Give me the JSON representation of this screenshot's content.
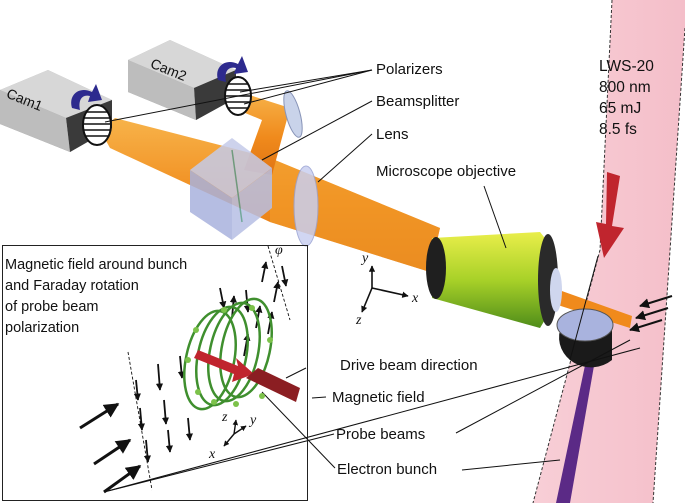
{
  "cameras": {
    "cam1": "Cam1",
    "cam2": "Cam2"
  },
  "labels": {
    "polarizers": "Polarizers",
    "beamsplitter": "Beamsplitter",
    "lens": "Lens",
    "microscope_objective": "Microscope objective",
    "drive_beam_direction": "Drive beam direction",
    "magnetic_field": "Magnetic field",
    "probe_beams": "Probe beams",
    "electron_bunch": "Electron bunch"
  },
  "laser": {
    "name": "LWS-20",
    "wavelength": "800 nm",
    "energy": "65 mJ",
    "duration": "8.5 fs"
  },
  "inset": {
    "title_lines": [
      "Magnetic field around bunch",
      "and Faraday rotation",
      "of probe beam",
      "polarization"
    ],
    "phi": "φ",
    "axes": {
      "z": "z",
      "y": "y",
      "x": "x"
    }
  },
  "main_axes": {
    "y": "y",
    "x": "x",
    "z": "z"
  },
  "colors": {
    "laser_cone": "#f5c6cf",
    "probe_beam": "#f39a22",
    "objective": "#9acb1e",
    "electron": "#5b2a86",
    "arrow_red": "#c0252e",
    "rotation_arrow": "#2d2a8e"
  }
}
